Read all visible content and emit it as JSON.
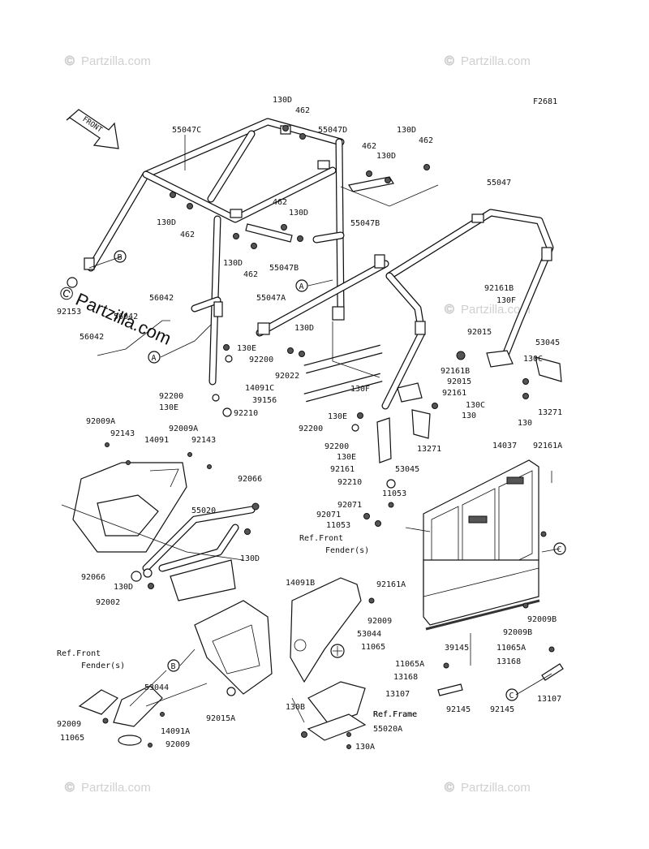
{
  "diagram": {
    "figure_code": "F2681",
    "front_arrow_label": "FRONT",
    "watermark_text": "Partzilla.com",
    "callout_letters": [
      "A",
      "B",
      "C"
    ],
    "labels": [
      "55047C",
      "130D",
      "462",
      "55047D",
      "130D",
      "462",
      "462",
      "130D",
      "55047",
      "130D",
      "462",
      "462",
      "130D",
      "55047B",
      "130D",
      "462",
      "55047B",
      "56042",
      "56042",
      "56042",
      "92153",
      "55047A",
      "130D",
      "130E",
      "92200",
      "92022",
      "14091C",
      "39156",
      "92200",
      "130E",
      "92210",
      "92161B",
      "130F",
      "92015",
      "53045",
      "92161B",
      "92015",
      "92161",
      "130C",
      "130",
      "13271",
      "130",
      "130C",
      "130F",
      "130E",
      "92200",
      "13271",
      "92200",
      "130E",
      "92161",
      "53045",
      "92210",
      "11053",
      "92009A",
      "92143",
      "14091",
      "92009A",
      "92143",
      "92066",
      "55020",
      "130D",
      "92066",
      "130D",
      "92002",
      "14037",
      "92161A",
      "92071",
      "92071",
      "11053",
      "92161A",
      "Ref.Front",
      "Fender(s)",
      "14091B",
      "92009",
      "53044",
      "11065",
      "92009B",
      "92009B",
      "39145",
      "11065A",
      "13168",
      "Ref.Frame",
      "11065A",
      "13168",
      "13107",
      "92145",
      "92145",
      "13107",
      "130B",
      "Ref.Frame",
      "55020A",
      "130A",
      "92015A",
      "Ref.Front",
      "Fender(s)",
      "53044",
      "92009",
      "14091A",
      "11065",
      "92009"
    ]
  }
}
